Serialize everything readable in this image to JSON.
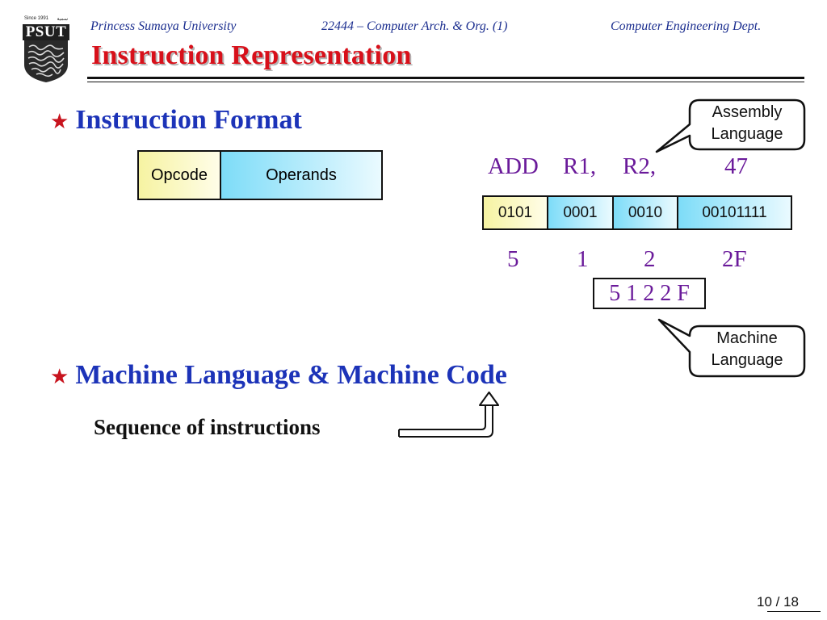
{
  "logo": {
    "since": "Since 1991",
    "arabic": "سمية",
    "badge": "PSUT"
  },
  "header": {
    "university": "Princess Sumaya University",
    "course": "22444 – Computer Arch. & Org. (1)",
    "department": "Computer Engineering Dept."
  },
  "slide": {
    "title": "Instruction Representation",
    "bullet1": "Instruction Format",
    "bullet2": "Machine Language & Machine Code",
    "sub_bullet": "Sequence of instructions"
  },
  "format_box": {
    "opcode": "Opcode",
    "operands": "Operands"
  },
  "assembly": {
    "op": "ADD",
    "r1": "R1,",
    "r2": "R2,",
    "imm": "47"
  },
  "binary": [
    "0101",
    "0001",
    "0010",
    "00101111"
  ],
  "hex": [
    "5",
    "1",
    "2",
    "2F"
  ],
  "machine_code": "5 1 2 2 F",
  "callouts": {
    "assembly_line1": "Assembly",
    "assembly_line2": "Language",
    "machine_line1": "Machine",
    "machine_line2": "Language"
  },
  "footer": {
    "page": "10 / 18"
  },
  "colors": {
    "title": "#d8101a",
    "header_text": "#1b2e8f",
    "bullet_text": "#1c33b8",
    "bullet_star": "#c8141e",
    "purple_text": "#6a1a9a",
    "yellow_fill": "#f6f3a2",
    "cyan_fill": "#7ddcf8"
  }
}
